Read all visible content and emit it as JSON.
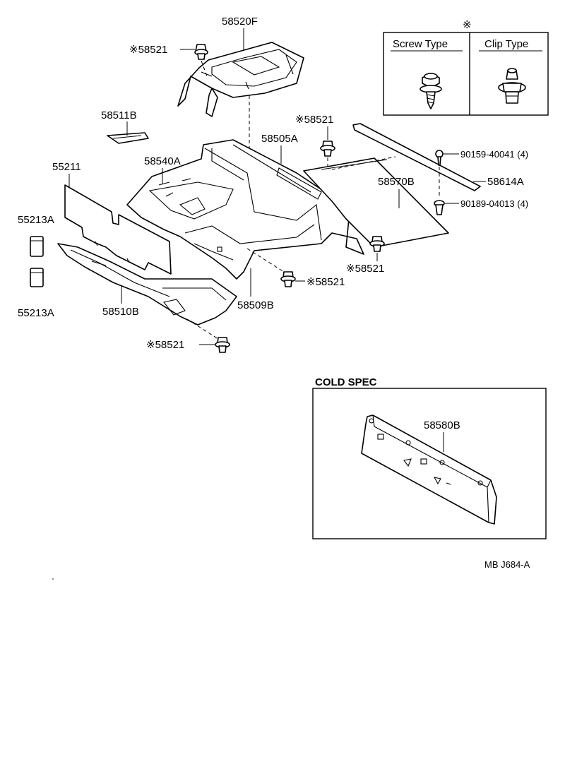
{
  "callouts": {
    "p58520F": "58520F",
    "p58521_top": "※58521",
    "p58511B": "58511B",
    "p58521_mid": "※58521",
    "p58505A": "58505A",
    "p55211": "55211",
    "p58540A": "58540A",
    "p90159": "90159-40041 (4)",
    "p58570B": "58570B",
    "p58614A": "58614A",
    "p90189": "90189-04013 (4)",
    "p55213A_1": "55213A",
    "p55213A_2": "55213A",
    "p58521_right": "※58521",
    "p58521_center": "※58521",
    "p58509B": "58509B",
    "p58510B": "58510B",
    "p58521_bottom": "※58521",
    "p58580B": "58580B"
  },
  "fastener_legend": {
    "mark": "※",
    "screw_type": "Screw Type",
    "clip_type": "Clip Type"
  },
  "cold_spec": {
    "title": "COLD SPEC"
  },
  "diagram_code": "MB  J684-A"
}
